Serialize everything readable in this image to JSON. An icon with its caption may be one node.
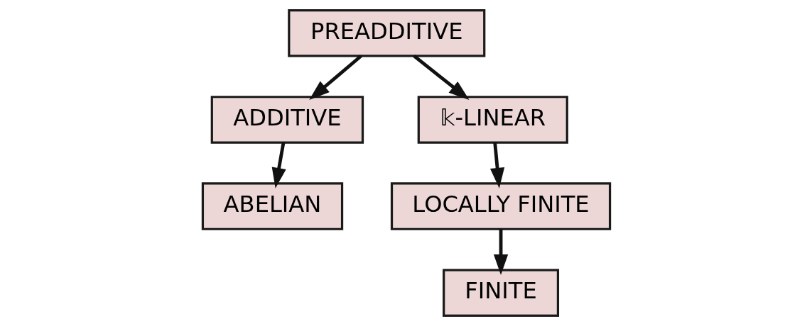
{
  "diagram": {
    "nodes": [
      {
        "text": [
          "PREADDITIVE"
        ]
      },
      {
        "text": [
          "ADDITIVE"
        ]
      },
      {
        "text": [
          "𝕜-LINEAR"
        ]
      },
      {
        "text": [
          "ABELIAN"
        ]
      },
      {
        "text": [
          "LOCALLY FINITE"
        ]
      },
      {
        "text": [
          "FINITE"
        ]
      }
    ],
    "edges": [
      {
        "from": 0,
        "to": 1,
        "arrow": "to"
      },
      {
        "from": 0,
        "to": 2,
        "arrow": "to"
      },
      {
        "from": 1,
        "to": 3,
        "arrow": "to"
      },
      {
        "from": 2,
        "to": 4,
        "arrow": "to"
      },
      {
        "from": 4,
        "to": 5,
        "arrow": "to"
      }
    ]
  }
}
